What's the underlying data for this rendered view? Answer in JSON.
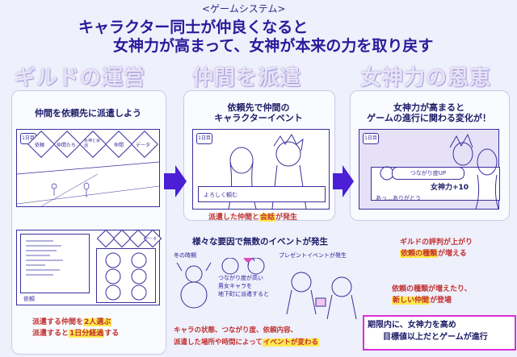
{
  "header": {
    "subtitle": "<ゲームシステム>",
    "line1": "キャラクター同士が仲良くなると",
    "line2": "女神力が高まって、女神が本来の力を取り戻す"
  },
  "sections": [
    {
      "title": "ギルドの運営",
      "panel_title": "仲間を依頼先に派遣しよう"
    },
    {
      "title": "仲間を派遣",
      "panel_title_1": "依頼先で仲間の",
      "panel_title_2": "キャラクターイベント"
    },
    {
      "title": "女神力の恩恵",
      "panel_title_1": "女神力が高まると",
      "panel_title_2": "ゲームの進行に関わる変化が！"
    }
  ],
  "guild_screen": {
    "badge": "1日目",
    "menu": [
      "依頼",
      "仲間たち",
      "女神と会話",
      "仲間",
      "データ"
    ]
  },
  "guild_screen2": {
    "list_label": "依頼",
    "menu2": [
      "",
      "",
      "",
      "",
      "データ"
    ]
  },
  "guild_notes": {
    "note1_a": "派遣する仲間を",
    "note1_hl": "2人選ぶ",
    "note2_a": "派遣すると",
    "note2_hl": "1日分経過",
    "note2_b": "する"
  },
  "dispatch_screen": {
    "badge": "1日目",
    "dialog": "よろしく頼む"
  },
  "dispatch_notes": {
    "note_a": "派遣した仲間と",
    "note_hl": "会話",
    "note_b": "が発生",
    "events_title": "様々な要因で無数のイベントが発生",
    "winter": "冬の時期",
    "present": "プレゼントイベントが発生",
    "affinity_1": "つながり度が高い",
    "affinity_2": "男女キャラを",
    "affinity_3": "地下町に派遣すると",
    "bottom_1": "キャラの状態、つながり度、依頼内容、",
    "bottom_2a": "派遣した場所や時間によって",
    "bottom_2hl": "イベントが変わる"
  },
  "goddess_screen": {
    "badge": "1日目",
    "bubble": "つながり度UP",
    "power": "女神力+10",
    "dialog": "あっ…ありがとう"
  },
  "goddess_notes": {
    "n1": "ギルドの評判が上がり",
    "n2_hl": "依頼の種類",
    "n2_b": "が増える",
    "n3": "依頼の種類が増えたり、",
    "n4_hl": "新しい仲間",
    "n4_b": "が登場",
    "final_1": "期限内に、女神力を高め",
    "final_2": "目標値以上だとゲームが進行"
  },
  "colors": {
    "accent": "#3a2f9e",
    "title": "#2b1a9a",
    "highlight": "#ffe94d",
    "arrow": "#4a1fd6",
    "red": "#c02f2f"
  }
}
